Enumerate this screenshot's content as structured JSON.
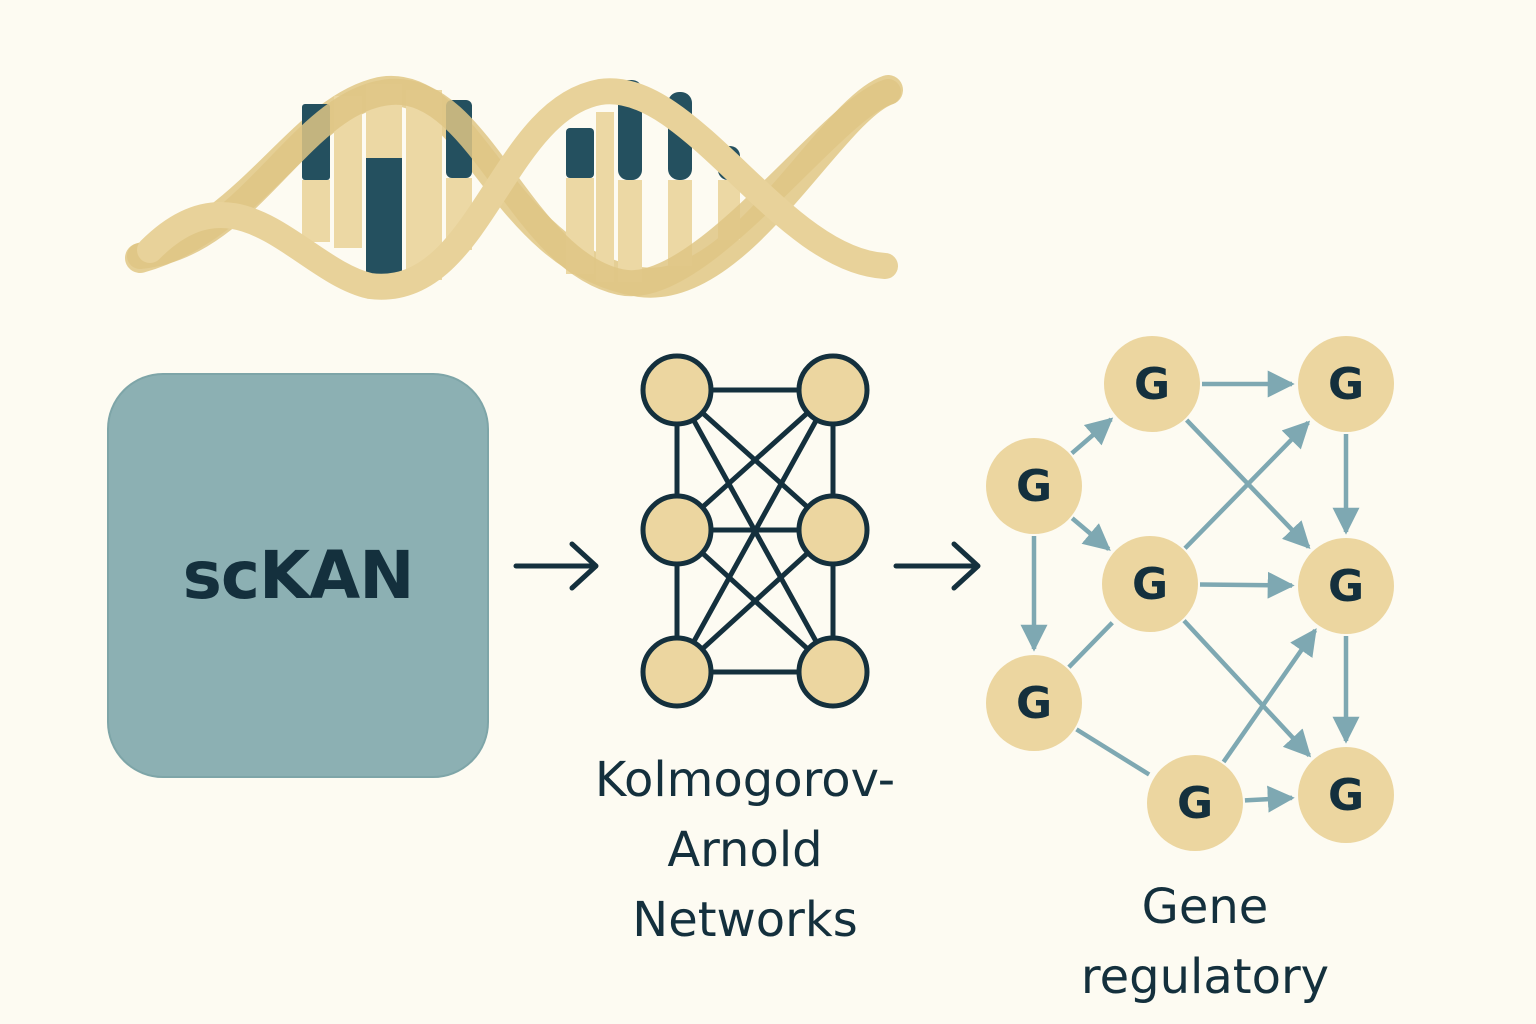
{
  "input_block": {
    "label": "scKAN",
    "fill_color": "#8cb0b3"
  },
  "kan_network": {
    "caption_lines": [
      "Kolmogorov-",
      "Arnold",
      "Networks"
    ],
    "node_color": "#ecd6a0",
    "stroke_color": "#14303d"
  },
  "gene_network": {
    "node_label": "G",
    "caption_lines": [
      "Gene",
      "regulatory"
    ],
    "node_color": "#ecd6a0",
    "edge_color": "#7ea8b2"
  },
  "dna_helix": {
    "strand_color": "#e3cb8e",
    "base_dark_color": "#24505f",
    "base_light_color": "#ecd8a4"
  },
  "icons": [
    "dna-helix-icon",
    "arrow-right-icon",
    "network-icon",
    "gene-graph-icon"
  ]
}
